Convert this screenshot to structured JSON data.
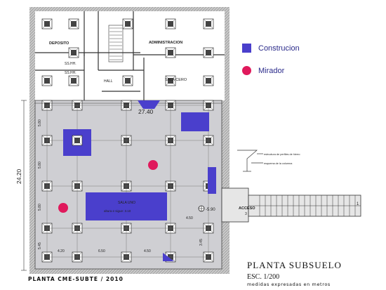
{
  "legend": {
    "items": [
      {
        "label": "Construcion",
        "color": "#4a3fcc",
        "shape": "square"
      },
      {
        "label": "Mirador",
        "color": "#e0195c",
        "shape": "circle"
      }
    ]
  },
  "rooms": {
    "deposito": "DEPOSITO",
    "administracion": "ADMINISTRACION",
    "ss_hh_top": "SS.HH.",
    "ss_hh_bottom": "SS.HH.",
    "hall": "HALL",
    "sala_cero": "SALA CERO",
    "sala_uno": "SALA UNO",
    "sala_uno_note": "altura e sigue: 3.10",
    "acceso": "ACCESO",
    "acceso_num": "3"
  },
  "dimensions": {
    "width_total": "27.40",
    "height_total": "24.20",
    "bay_left": "5.80",
    "bay_left_2": "5.80",
    "bay_left_3": "5.80",
    "bay_left_4": "5.45",
    "bottom_1": "4.20",
    "bottom_2": "6.50",
    "bottom_3": "4.50",
    "bottom_4": "4.50",
    "right_1": "3.45",
    "level": "-5.90",
    "edge_num": "1"
  },
  "annotations": {
    "column_note_1": "estructura de perfiles de hierro",
    "column_note_2": "esquema de la columna"
  },
  "title_block": {
    "title": "PLANTA SUBSUELO",
    "scale": "ESC. 1/200",
    "units": "medidas expresadas en metros"
  },
  "caption": "PLANTA CME-SUBTE / 2010"
}
